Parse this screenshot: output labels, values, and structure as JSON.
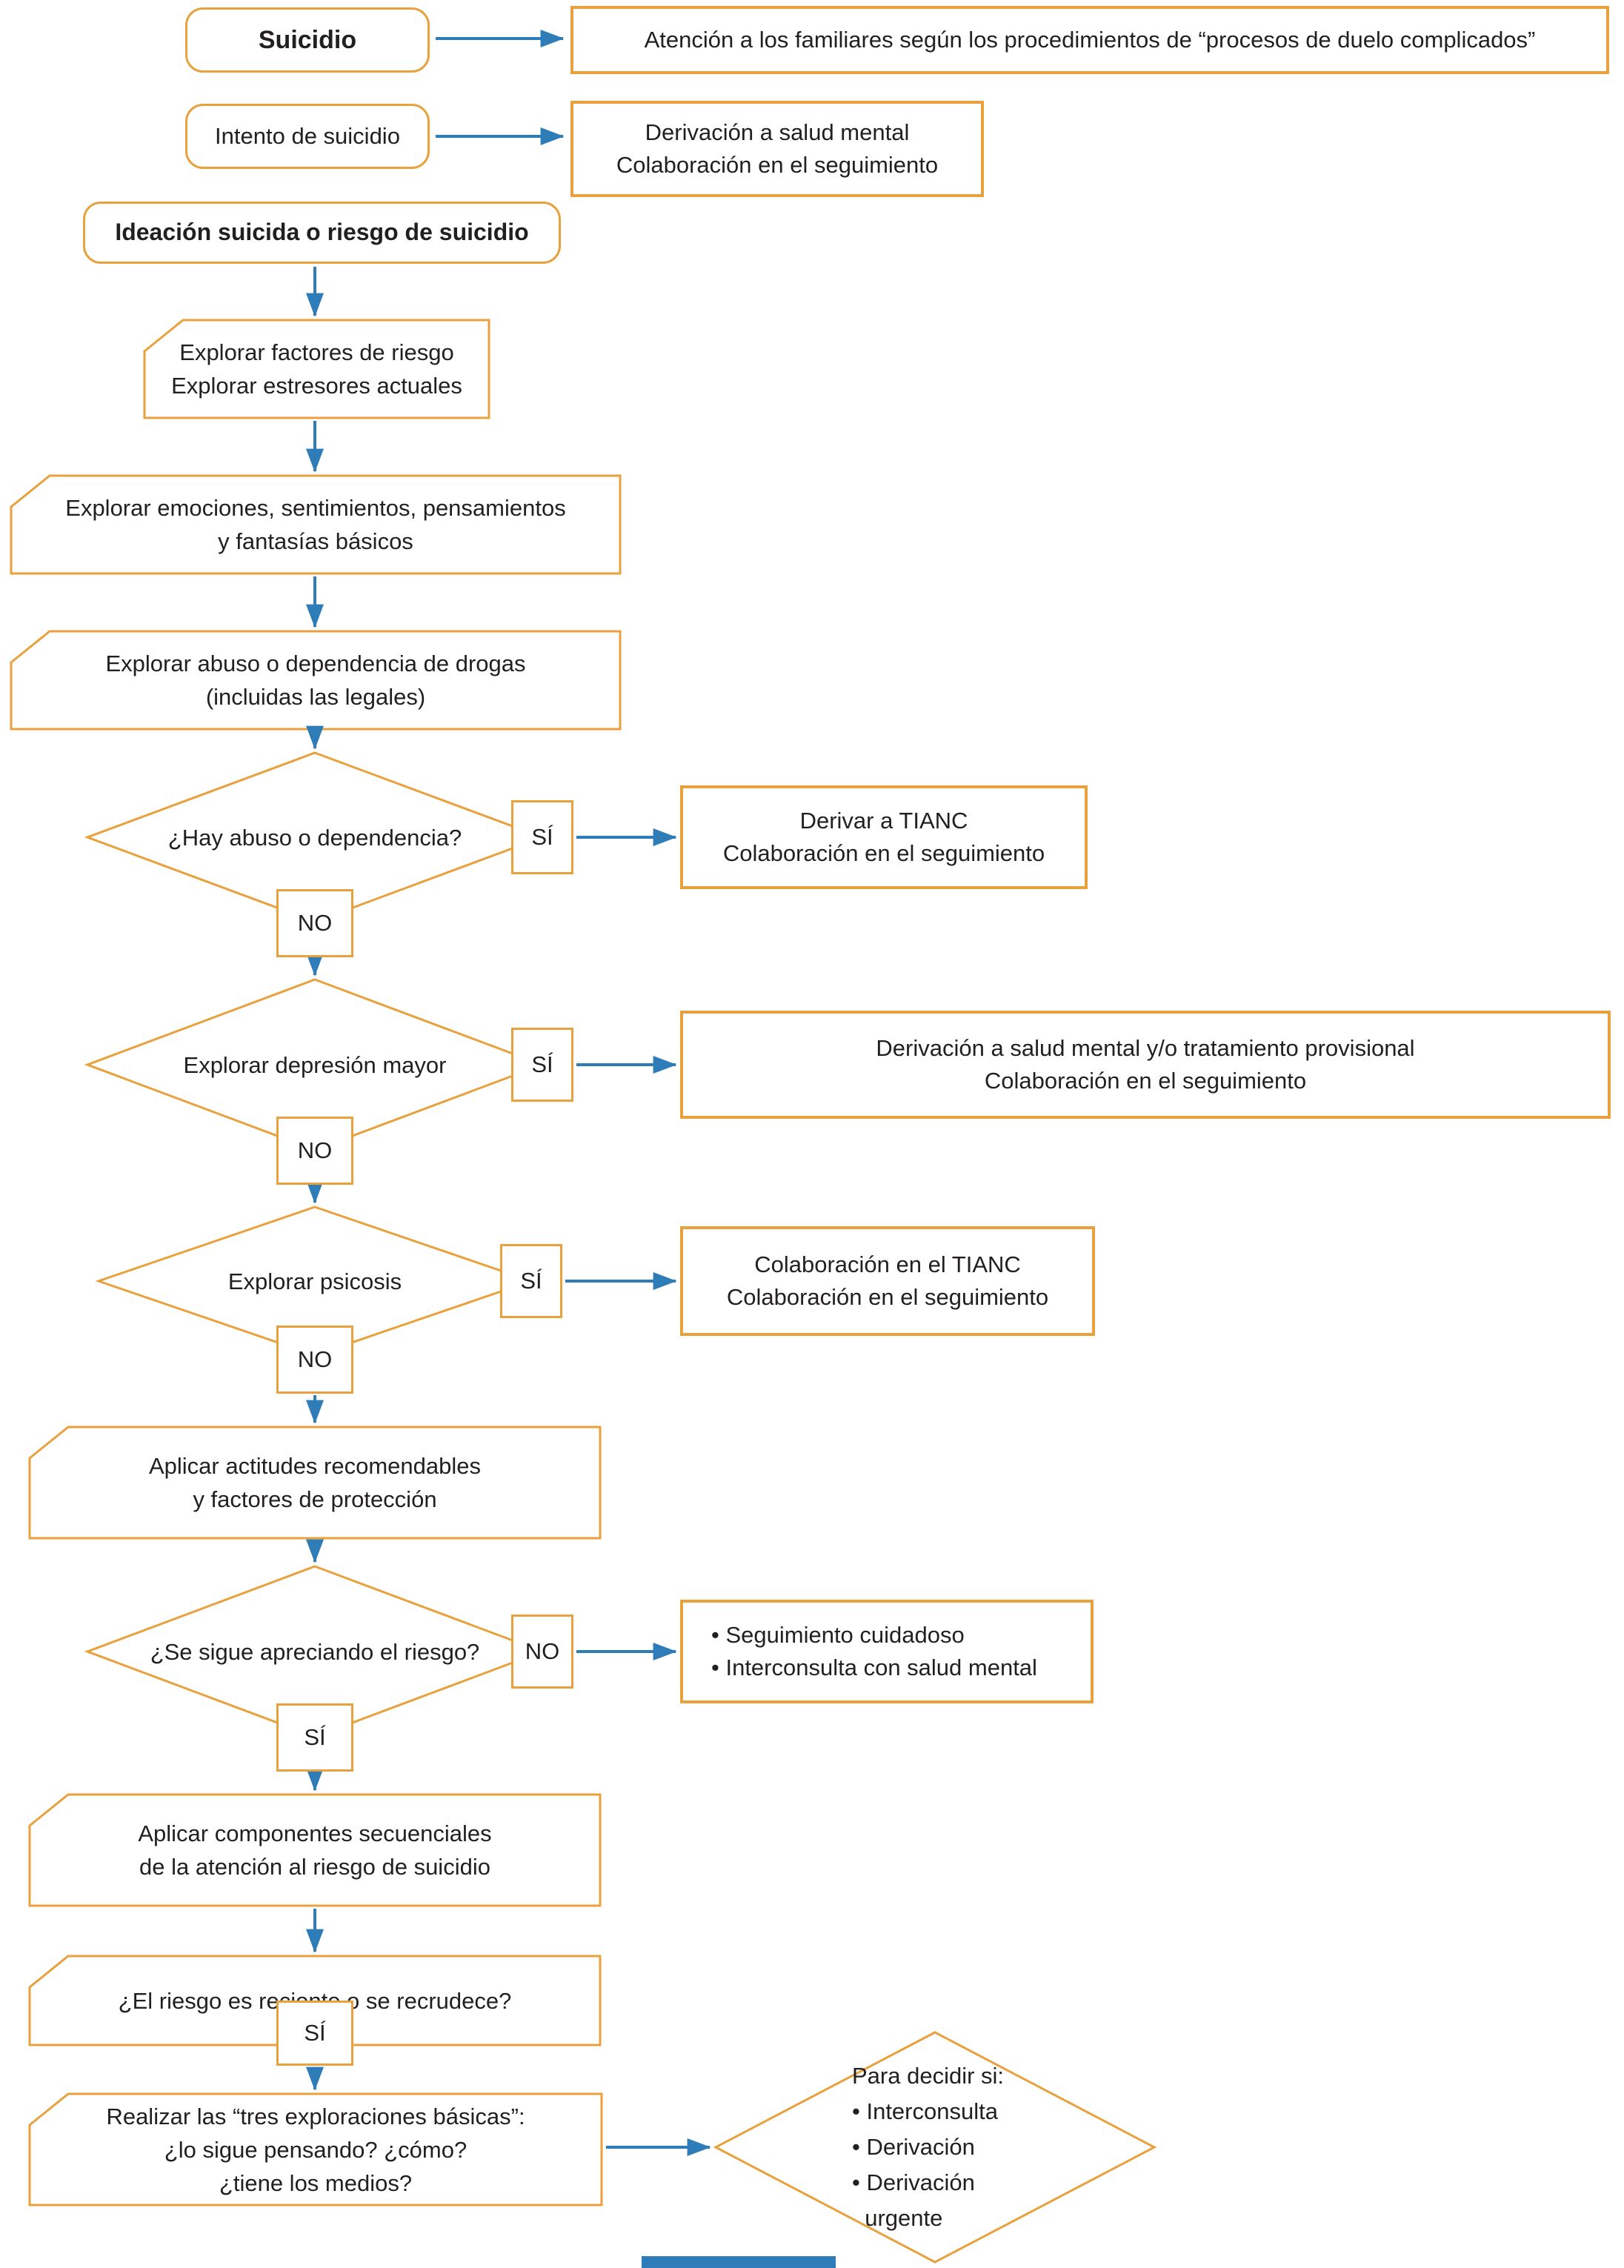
{
  "palette": {
    "orange": "#E8A13C",
    "blue": "#2E7CB8",
    "text": "#231F20"
  },
  "labels": {
    "yes": "SÍ",
    "no": "NO"
  },
  "nodes": {
    "suicidio": "Suicidio",
    "atencion_familiares": "Atención a los familiares según los procedimientos de “procesos de duelo complicados”",
    "intento": "Intento de suicidio",
    "derivacion_salud_mental": "Derivación a salud mental\nColaboración en el seguimiento",
    "ideacion": "Ideación suicida o riesgo de suicidio",
    "factores": "Explorar factores de riesgo\nExplorar estresores actuales",
    "emociones": "Explorar emociones, sentimientos, pensamientos\ny fantasías básicos",
    "abuso_drogas": "Explorar abuso o dependencia de drogas\n(incluidas las legales)",
    "hay_abuso": "¿Hay abuso o dependencia?",
    "derivar_tianc": "Derivar a TIANC\nColaboración en el seguimiento",
    "depresion": "Explorar depresión mayor",
    "derivacion_tratamiento": "Derivación a salud mental y/o tratamiento provisional\nColaboración en el seguimiento",
    "psicosis": "Explorar psicosis",
    "colaboracion_tianc": "Colaboración en el TIANC\nColaboración en el seguimiento",
    "actitudes": "Aplicar actitudes recomendables\ny factores de protección",
    "riesgo_apreciado": "¿Se sigue apreciando el riesgo?",
    "seguimiento_interconsulta": "• Seguimiento cuidadoso\n• Interconsulta con salud mental",
    "componentes": "Aplicar componentes secuenciales\nde la atención al riesgo de suicidio",
    "riesgo_reciente": "¿El riesgo es reciente o se recrudece?",
    "tres_exploraciones": "Realizar las “tres exploraciones básicas”:\n¿lo sigue pensando? ¿cómo?\n¿tiene los medios?",
    "para_decidir": "Para decidir si:\n• Interconsulta\n• Derivación\n• Derivación\n  urgente"
  }
}
